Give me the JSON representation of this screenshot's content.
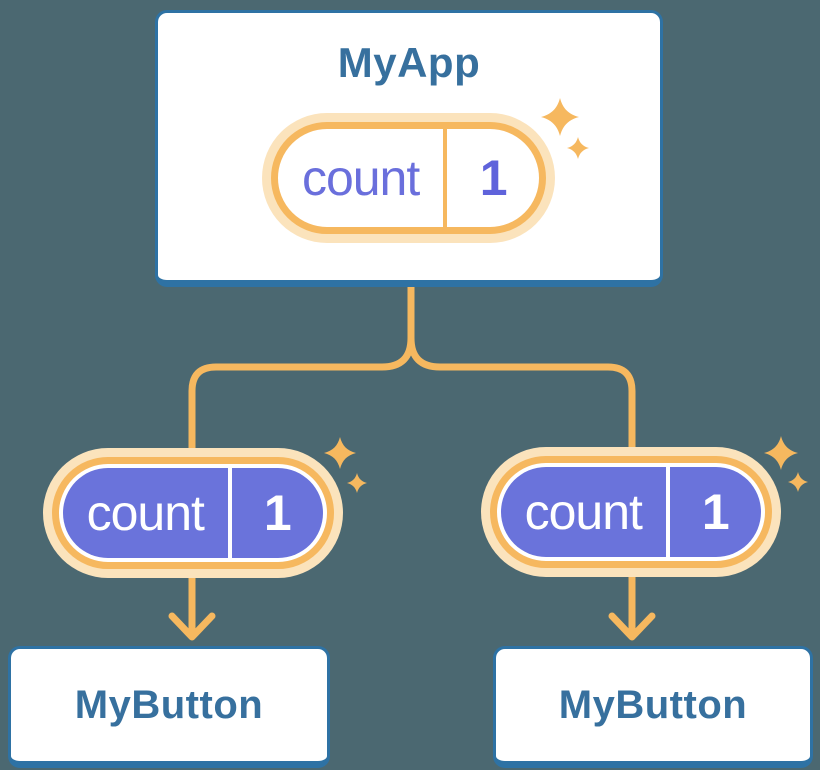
{
  "background_color": "#4B6871",
  "colors": {
    "bg": "#4B6871",
    "blue_border": "#2E72A4",
    "blue_text": "#37709E",
    "orange": "#F6B85F",
    "halo": "#FBE3BC",
    "purple": "#6A73DB",
    "purple_text": "#6A6FDC",
    "purple_value": "#5F63DB",
    "card": "#FFFFFF"
  },
  "parent_node": {
    "title": "MyApp",
    "pill": {
      "label": "count",
      "value": "1"
    }
  },
  "child_nodes": [
    {
      "title": "MyButton",
      "pill": {
        "label": "count",
        "value": "1"
      }
    },
    {
      "title": "MyButton",
      "pill": {
        "label": "count",
        "value": "1"
      }
    }
  ]
}
